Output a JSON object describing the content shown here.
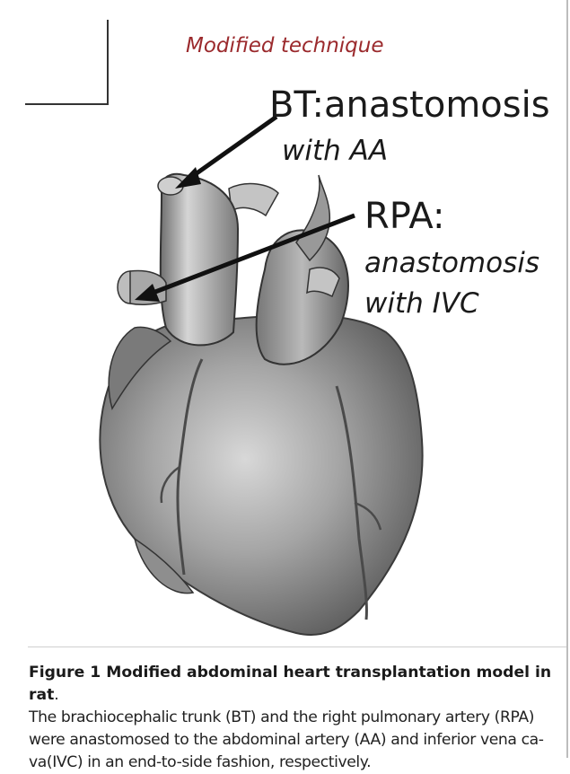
{
  "figure": {
    "title_label": "Modified technique",
    "label_bt_line1": "BT:anastomosis",
    "label_bt_line2": "with AA",
    "label_rpa_line1": "RPA:",
    "label_rpa_line2": "anastomosis",
    "label_rpa_line3": "with IVC"
  },
  "caption": {
    "heading": "Figure 1 Modified abdominal heart transplantation model in rat",
    "heading_end": ".",
    "body": "The brachiocephalic trunk (BT) and the right pulmonary artery (RPA) were anastomosed to the abdominal artery (AA) and inferior vena ca-va(IVC) in an end-to-side fashion, respectively."
  },
  "colors": {
    "title": "#9b2a2d",
    "text": "#1a1a1a",
    "heart_fill": "#9a9a9a"
  }
}
